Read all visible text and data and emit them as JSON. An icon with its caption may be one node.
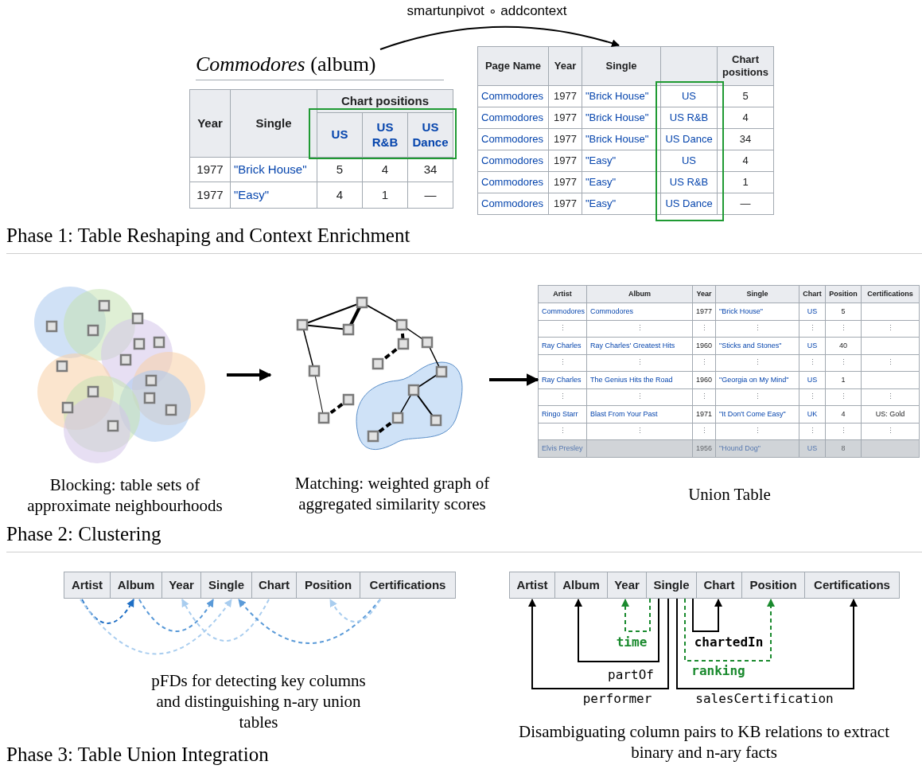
{
  "diagram": {
    "nodes": [
      {
        "text": [
          "*Commodores* (album)"
        ]
      },
      {
        "text": [],
        "shape": "table"
      },
      {
        "text": [],
        "shape": "picture",
        "beside": [
          "Blocking: table sets of approximate neighbourhoods"
        ]
      },
      {
        "text": [],
        "shape": "picture",
        "beside": [
          "Matching: weighted graph of aggregated similarity scores"
        ]
      },
      {
        "text": [],
        "shape": "table",
        "beside": [
          "Union Table"
        ]
      },
      {
        "text": [
          "Artist"
        ]
      },
      {
        "text": [
          "Album"
        ]
      },
      {
        "text": [
          "Year"
        ]
      },
      {
        "text": [
          "Single"
        ]
      },
      {
        "text": [
          "Chart"
        ]
      },
      {
        "text": [
          "Position"
        ]
      },
      {
        "text": [
          "Certifications"
        ]
      },
      {
        "text": [
          "Artist"
        ]
      },
      {
        "text": [
          "Album"
        ]
      },
      {
        "text": [
          "Year"
        ]
      },
      {
        "text": [
          "Single"
        ]
      },
      {
        "text": [
          "Chart"
        ]
      },
      {
        "text": [
          "Position"
        ]
      },
      {
        "text": [
          "Certifications"
        ]
      }
    ],
    "edges": [
      {
        "from": 0,
        "to": 1,
        "arrow": "to",
        "label": "smartunpivot ∘ addcontext"
      },
      {
        "from": 2,
        "to": 3,
        "arrow": "to",
        "style": "thick"
      },
      {
        "from": 3,
        "to": 4,
        "arrow": "to",
        "style": "thick"
      },
      {
        "from": 5,
        "to": 6,
        "arrow": "to",
        "style": "dashed",
        "color": "#1f6fc5"
      },
      {
        "from": 6,
        "to": 8,
        "arrow": "to",
        "style": "dashed",
        "color": "#5a9ad8"
      },
      {
        "from": 5,
        "to": 8,
        "arrow": "to",
        "style": "dashed",
        "color": "#a9cdef"
      },
      {
        "from": 9,
        "to": 7,
        "arrow": "to",
        "style": "dashed",
        "color": "#a9cdef"
      },
      {
        "from": 11,
        "to": 8,
        "arrow": "to",
        "style": "dashed",
        "color": "#5a9ad8"
      },
      {
        "from": 11,
        "to": 10,
        "arrow": "to",
        "style": "dashed",
        "color": "#a9cdef"
      },
      {
        "from": 15,
        "to": 12,
        "arrow": "to",
        "label": "performer"
      },
      {
        "from": 15,
        "to": 13,
        "arrow": "to",
        "label": "partOf"
      },
      {
        "from": 15,
        "to": 14,
        "arrow": "to",
        "label": "time",
        "style": "dashed",
        "color": "#1a8a2e"
      },
      {
        "from": 15,
        "to": 16,
        "arrow": "to",
        "label": "chartedIn"
      },
      {
        "from": 15,
        "to": 17,
        "arrow": "to",
        "label": "ranking",
        "style": "dashed",
        "color": "#1a8a2e"
      },
      {
        "from": 15,
        "to": 18,
        "arrow": "to",
        "label": "salesCertification"
      }
    ],
    "labels": [
      "Year",
      "Single",
      "Chart positions",
      "US",
      "US R&B",
      "US Dance",
      "1977",
      "\"Brick House\"",
      "5",
      "4",
      "34",
      "1977",
      "\"Easy\"",
      "4",
      "1",
      "—",
      "Page Name",
      "Year",
      "Single",
      "Chart positions",
      "Commodores",
      "1977",
      "\"Brick House\"",
      "US",
      "5",
      "Commodores",
      "1977",
      "\"Brick House\"",
      "US R&B",
      "4",
      "Commodores",
      "1977",
      "\"Brick House\"",
      "US Dance",
      "34",
      "Commodores",
      "1977",
      "\"Easy\"",
      "US",
      "4",
      "Commodores",
      "1977",
      "\"Easy\"",
      "US R&B",
      "1",
      "Commodores",
      "1977",
      "\"Easy\"",
      "US Dance",
      "—",
      "Phase 1: Table Reshaping and Context Enrichment",
      "Artist",
      "Album",
      "Year",
      "Single",
      "Chart",
      "Position",
      "Certifications",
      "Commodores",
      "Commodores",
      "1977",
      "\"Brick House\"",
      "US",
      "5",
      "⋮",
      "⋮",
      "⋮",
      "⋮",
      "⋮",
      "⋮",
      "⋮",
      "Ray Charles",
      "Ray Charles' Greatest Hits",
      "1960",
      "\"Sticks and Stones\"",
      "US",
      "40",
      "⋮",
      "⋮",
      "⋮",
      "⋮",
      "⋮",
      "⋮",
      "⋮",
      "Ray Charles",
      "The Genius Hits the Road",
      "1960",
      "\"Georgia on My Mind\"",
      "US",
      "1",
      "⋮",
      "⋮",
      "⋮",
      "⋮",
      "⋮",
      "⋮",
      "⋮",
      "Ringo Starr",
      "Blast From Your Past",
      "1971",
      "\"It Don't Come Easy\"",
      "UK",
      "4",
      "US: Gold",
      "⋮",
      "⋮",
      "⋮",
      "⋮",
      "⋮",
      "⋮",
      "⋮",
      "Elvis Presley",
      "1956",
      "\"Hound Dog\"",
      "US",
      "8",
      "Phase 2: Clustering",
      "pFDs for detecting key columns and distinguishing n-ary union tables",
      "Disambiguating column pairs to KB relations to extract binary and n-ary facts",
      "Phase 3: Table Union Integration"
    ]
  }
}
